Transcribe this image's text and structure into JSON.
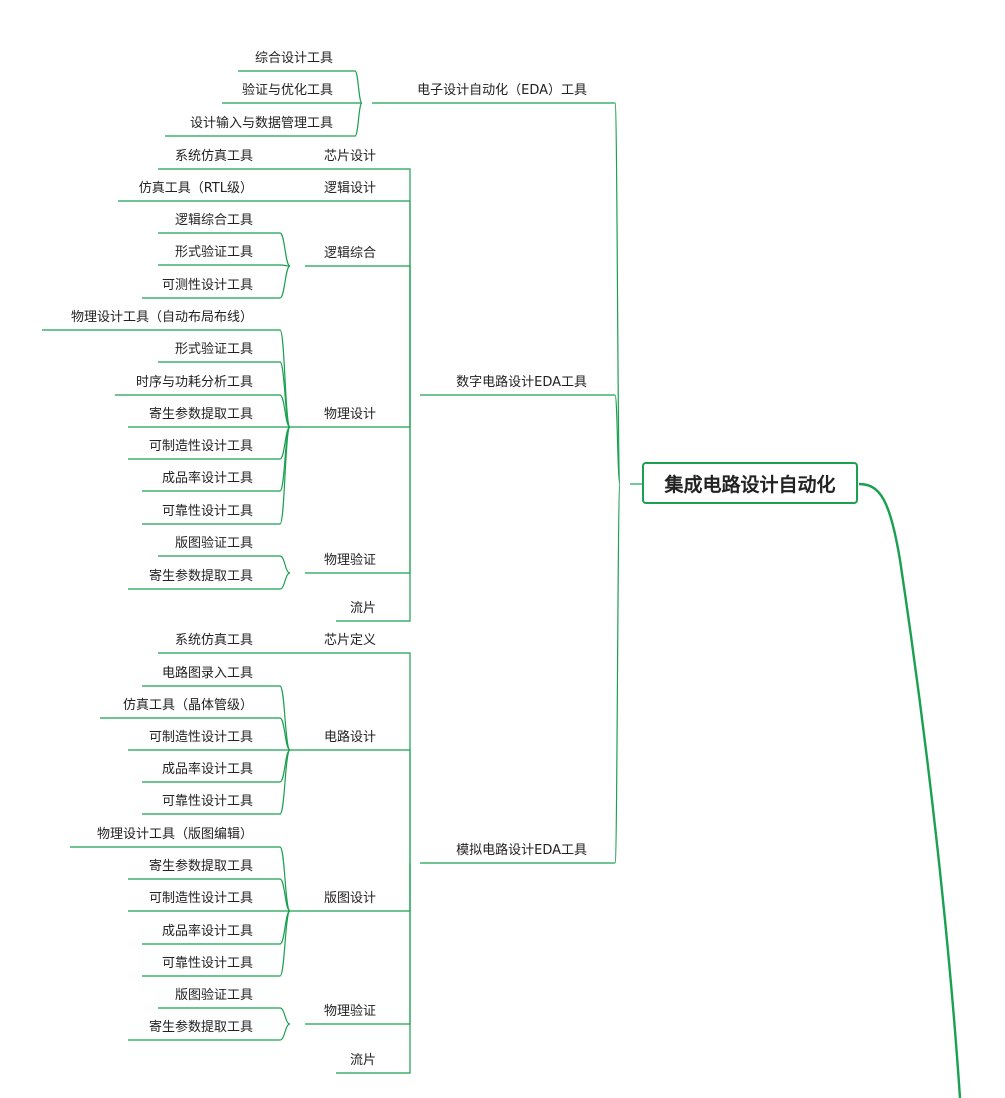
{
  "colors": {
    "line": "#1aa050",
    "text": "#222222",
    "root_border": "#1aa050"
  },
  "root": "集成电路设计自动化",
  "branches": [
    {
      "label": "电子设计自动化（EDA）工具",
      "children": [
        {
          "label": "综合设计工具"
        },
        {
          "label": "验证与优化工具"
        },
        {
          "label": "设计输入与数据管理工具"
        }
      ]
    },
    {
      "label": "数字电路设计EDA工具",
      "children": [
        {
          "label": "芯片设计",
          "children": [
            "系统仿真工具"
          ]
        },
        {
          "label": "逻辑设计",
          "children": [
            "仿真工具（RTL级）"
          ]
        },
        {
          "label": "逻辑综合",
          "children": [
            "逻辑综合工具",
            "形式验证工具",
            "可测性设计工具"
          ]
        },
        {
          "label": "物理设计",
          "children": [
            "物理设计工具（自动布局布线）",
            "形式验证工具",
            "时序与功耗分析工具",
            "寄生参数提取工具",
            "可制造性设计工具",
            "成品率设计工具",
            "可靠性设计工具"
          ]
        },
        {
          "label": "物理验证",
          "children": [
            "版图验证工具",
            "寄生参数提取工具"
          ]
        },
        {
          "label": "流片",
          "children": []
        }
      ]
    },
    {
      "label": "模拟电路设计EDA工具",
      "children": [
        {
          "label": "芯片定义",
          "children": [
            "系统仿真工具"
          ]
        },
        {
          "label": "电路设计",
          "children": [
            "电路图录入工具",
            "仿真工具（晶体管级）",
            "可制造性设计工具",
            "成品率设计工具",
            "可靠性设计工具"
          ]
        },
        {
          "label": "版图设计",
          "children": [
            "物理设计工具（版图编辑）",
            "寄生参数提取工具",
            "可制造性设计工具",
            "成品率设计工具",
            "可靠性设计工具"
          ]
        },
        {
          "label": "物理验证",
          "children": [
            "版图验证工具",
            "寄生参数提取工具"
          ]
        },
        {
          "label": "流片",
          "children": []
        }
      ]
    }
  ]
}
